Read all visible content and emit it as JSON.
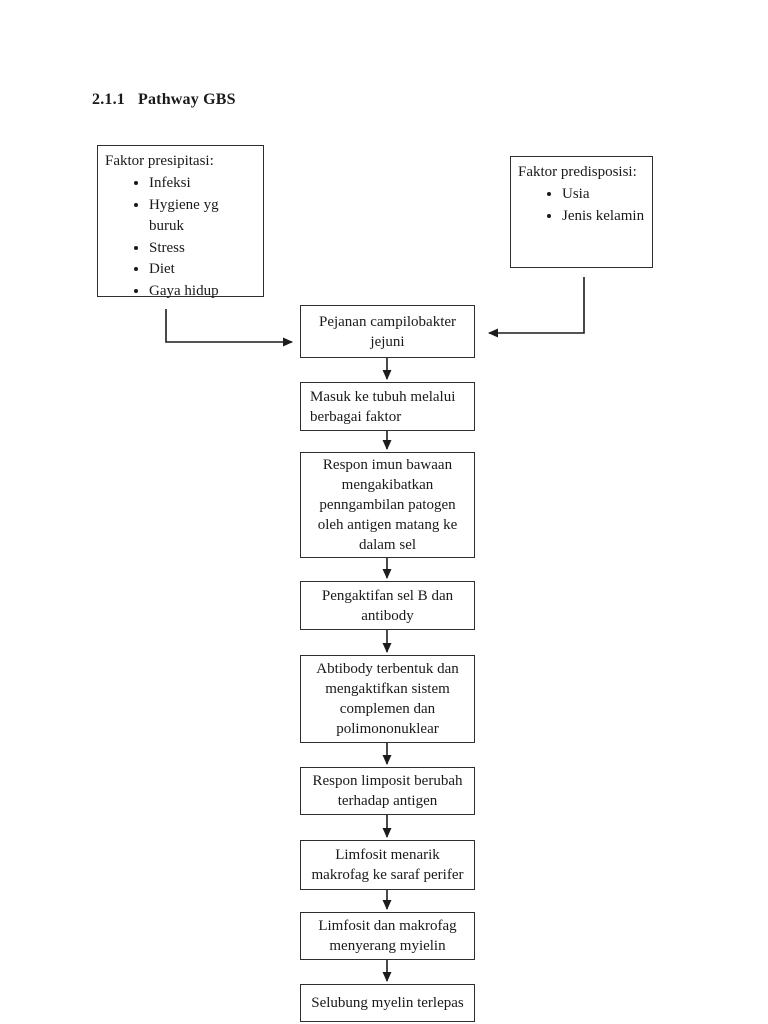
{
  "heading": {
    "number": "2.1.1",
    "title": "Pathway GBS"
  },
  "factors": {
    "presipitasi": {
      "title": "Faktor presipitasi:",
      "items": [
        "Infeksi",
        "Hygiene yg buruk",
        "Stress",
        "Diet",
        "Gaya hidup"
      ]
    },
    "predisposisi": {
      "title": "Faktor predisposisi:",
      "items": [
        "Usia",
        "Jenis kelamin"
      ]
    }
  },
  "flow": {
    "steps": [
      "Pejanan campilobakter jejuni",
      "Masuk ke tubuh melalui berbagai faktor",
      "Respon imun bawaan mengakibatkan penngambilan patogen oleh antigen matang ke dalam sel",
      "Pengaktifan sel B dan antibody",
      "Abtibody terbentuk dan mengaktifkan sistem complemen dan polimononuklear",
      "Respon limposit berubah terhadap antigen",
      "Limfosit menarik makrofag ke saraf perifer",
      "Limfosit dan makrofag menyerang myielin",
      "Selubung myelin terlepas"
    ]
  },
  "colors": {
    "ink": "#1a1a1a",
    "page_background": "#ffffff"
  }
}
